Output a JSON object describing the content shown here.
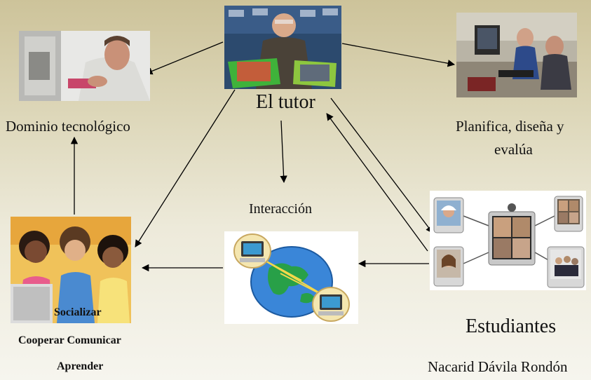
{
  "labels": {
    "tutor": "El tutor",
    "domain": "Dominio tecnológico",
    "plan_line1": "Planifica, diseña y",
    "plan_line2": "evalúa",
    "interaction": "Interacción",
    "students": "Estudiantes",
    "socialize": "Socializar",
    "cooperate_communicate": "Cooperar Comunicar",
    "learn": "Aprender",
    "author": "Nacarid Dávila Rondón"
  },
  "colors": {
    "arrow": "#000000",
    "background_top": "#cdc39a",
    "background_bottom": "#f6f5ee"
  },
  "images": {
    "tutor": "photo-tutor-with-laptops",
    "technician": "photo-man-repairing-computer",
    "planner": "photo-people-at-computers",
    "children": "photo-children-at-laptop",
    "globe": "clipart-globe-network-computers",
    "students": "clipart-videoconference-students"
  }
}
